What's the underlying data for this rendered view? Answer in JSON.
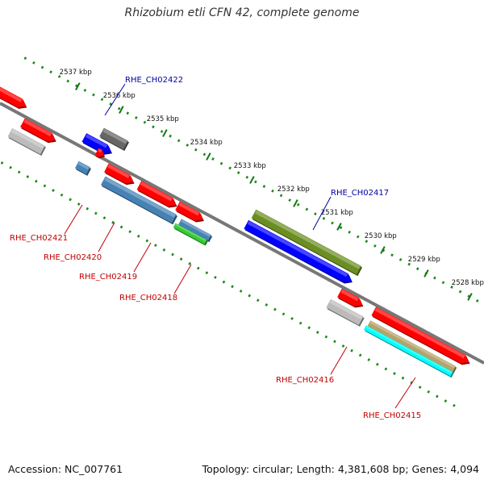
{
  "title": "Rhizobium etli CFN 42, complete genome",
  "footer": {
    "accession": "Accession: NC_007761",
    "summary": "Topology: circular; Length: 4,381,608 bp; Genes: 4,094"
  },
  "scale_ticks": [
    {
      "label": "2537 kbp",
      "kbp": 2537
    },
    {
      "label": "2536 kbp",
      "kbp": 2536
    },
    {
      "label": "2535 kbp",
      "kbp": 2535
    },
    {
      "label": "2534 kbp",
      "kbp": 2534
    },
    {
      "label": "2533 kbp",
      "kbp": 2533
    },
    {
      "label": "2532 kbp",
      "kbp": 2532
    },
    {
      "label": "2531 kbp",
      "kbp": 2531
    },
    {
      "label": "2530 kbp",
      "kbp": 2530
    },
    {
      "label": "2529 kbp",
      "kbp": 2529
    },
    {
      "label": "2528 kbp",
      "kbp": 2528
    }
  ],
  "gene_labels": [
    {
      "id": "RHE_CH02422",
      "strand": "forward",
      "color": "#0000a0"
    },
    {
      "id": "RHE_CH02417",
      "strand": "forward",
      "color": "#0000a0"
    },
    {
      "id": "RHE_CH02421",
      "strand": "reverse",
      "color": "#c00000"
    },
    {
      "id": "RHE_CH02420",
      "strand": "reverse",
      "color": "#c00000"
    },
    {
      "id": "RHE_CH02419",
      "strand": "reverse",
      "color": "#c00000"
    },
    {
      "id": "RHE_CH02418",
      "strand": "reverse",
      "color": "#c00000"
    },
    {
      "id": "RHE_CH02416",
      "strand": "reverse",
      "color": "#c00000"
    },
    {
      "id": "RHE_CH02415",
      "strand": "reverse",
      "color": "#c00000"
    }
  ],
  "colors": {
    "backbone": "#777777",
    "tick_dots": "#1a8a1a",
    "red_feature": "#ff0000",
    "blue_feature": "#0000ff",
    "gray_feature": "#bbbbbb",
    "darkgray_feature": "#666666",
    "olive_feature": "#6b8e23",
    "steelblue_feature": "#4682b4",
    "green_feature": "#33cc33",
    "tan_feature": "#b5a36a",
    "cyan_feature": "#00ffff"
  }
}
